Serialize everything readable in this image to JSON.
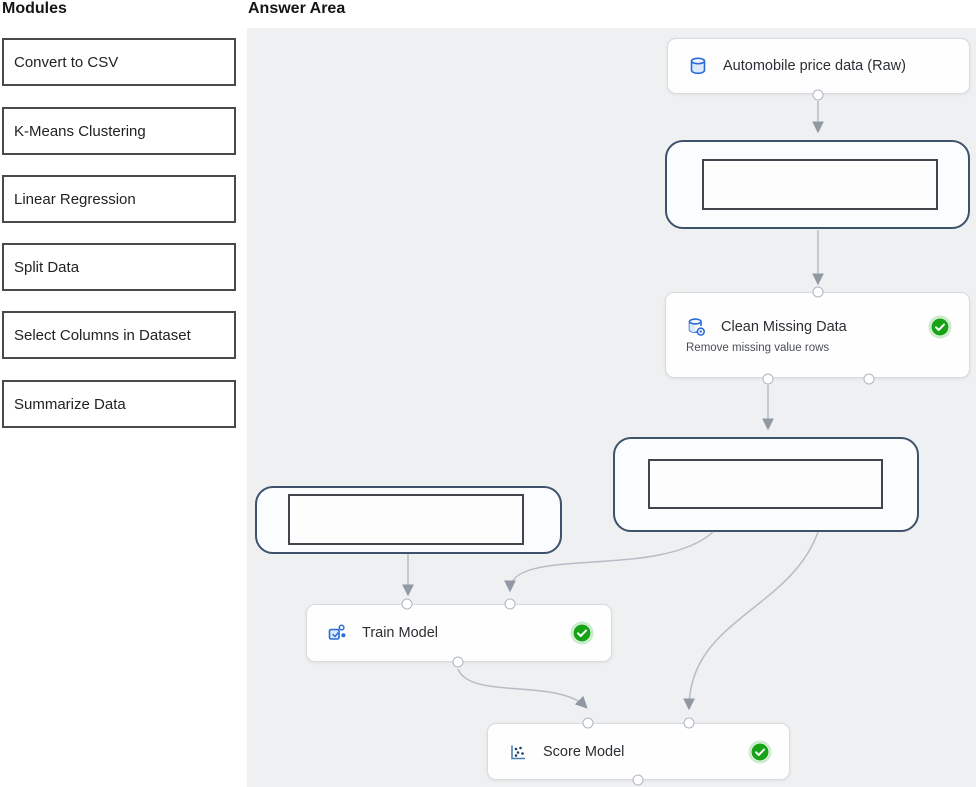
{
  "panel": {
    "modules_title": "Modules",
    "answer_area_title": "Answer Area"
  },
  "modules": {
    "items": [
      "Convert to CSV",
      "K-Means Clustering",
      "Linear Regression",
      "Split Data",
      "Select Columns in Dataset",
      "Summarize Data"
    ]
  },
  "pipeline": {
    "dataset_node": {
      "label": "Automobile price data (Raw)",
      "icon": "database-icon"
    },
    "clean_node": {
      "label": "Clean Missing Data",
      "sublabel": "Remove missing value rows",
      "icon": "database-clean-icon",
      "status": "completed",
      "status_icon": "check-circle-icon"
    },
    "train_node": {
      "label": "Train Model",
      "icon": "train-model-icon",
      "status": "completed",
      "status_icon": "check-circle-icon"
    },
    "score_node": {
      "label": "Score Model",
      "icon": "score-model-icon",
      "status": "completed",
      "status_icon": "check-circle-icon"
    },
    "empty_dropzones": 3
  },
  "colors": {
    "canvas_bg": "#eef0f1",
    "node_border": "#d8dbdf",
    "dropzone_border": "#3e526b",
    "placeholder_border": "#41464e",
    "connector_line": "#b6bdc6",
    "accent_blue": "#2a6bd6",
    "success_green": "#16a316"
  }
}
